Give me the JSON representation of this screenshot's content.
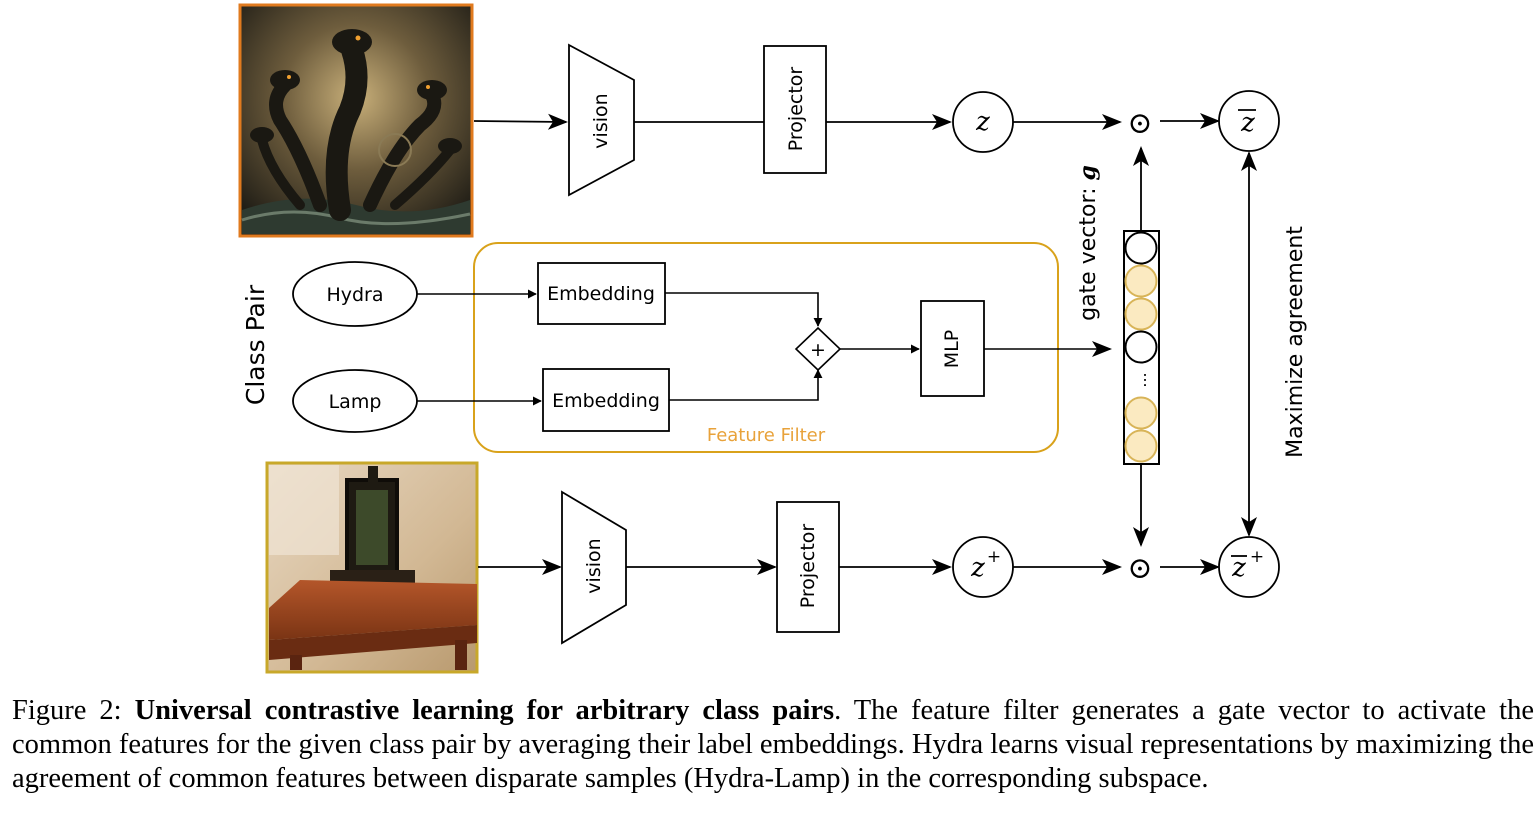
{
  "diagram": {
    "class_pair_label": "Class Pair",
    "class_hydra": "Hydra",
    "class_lamp": "Lamp",
    "embedding_top": "Embedding",
    "embedding_bottom": "Embedding",
    "plus_symbol": "+",
    "mlp": "MLP",
    "feature_filter_label": "Feature Filter",
    "gate_vector_label": "gate vector: ",
    "gate_vector_symbol": "g",
    "gate_dots": "...",
    "vision_top": "vision",
    "vision_bottom": "vision",
    "projector_top": "Projector",
    "projector_bottom": "Projector",
    "z_node": "z",
    "z_plus_node": "z",
    "plus_superscript": "+",
    "zbar_node": "z",
    "zbar_plus_node": "z",
    "hadamard_symbol": "⊙",
    "maximize_agreement": "Maximize agreement",
    "gate_cells": [
      "white",
      "yellow",
      "yellow",
      "white",
      "ellipsis",
      "yellow",
      "yellow"
    ],
    "colors": {
      "feature_filter_border": "#d9a21b",
      "feature_filter_text": "#e8a23a",
      "gate_yellow_fill": "#fbeac1",
      "gate_yellow_stroke": "#d8b458",
      "hydra_frame": "#e07a1e",
      "lamp_frame": "#c8a82a"
    }
  },
  "caption": {
    "prefix": "Figure 2: ",
    "bold": "Universal contrastive learning for arbitrary class pairs",
    "text": ". The feature filter generates a gate vector to activate the common features for the given class pair by averaging their label embeddings. Hydra learns visual representations by maximizing the agreement of common features between disparate samples (Hydra-Lamp) in the corresponding subspace."
  }
}
